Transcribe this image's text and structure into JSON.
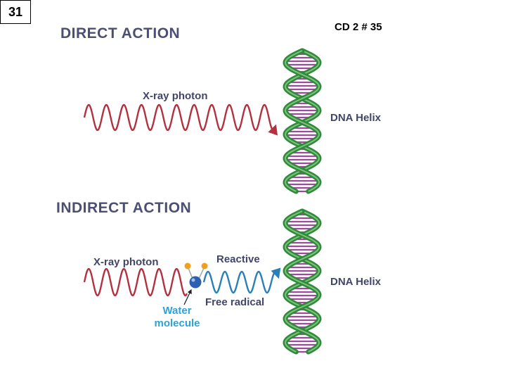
{
  "slide": {
    "number": "31",
    "reference": "CD 2 # 35"
  },
  "direct": {
    "heading": "DIRECT ACTION",
    "photon_label": "X-ray photon",
    "target_label": "DNA Helix"
  },
  "indirect": {
    "heading": "INDIRECT ACTION",
    "photon_label": "X-ray photon",
    "water_label_line1": "Water",
    "water_label_line2": "molecule",
    "radical_label_line1": "Reactive",
    "radical_label_line2": "Free radical",
    "target_label": "DNA Helix"
  },
  "colors": {
    "heading": "#4b4f73",
    "photon_wave": "#b3303f",
    "radical_wave": "#2a7fb8",
    "water_label": "#2aa4d8",
    "helix_strand": "#2f8a3a",
    "helix_rungs": "#9c4a9c",
    "water_oxygen": "#2f5fb0",
    "water_hydrogen": "#f0a020"
  }
}
